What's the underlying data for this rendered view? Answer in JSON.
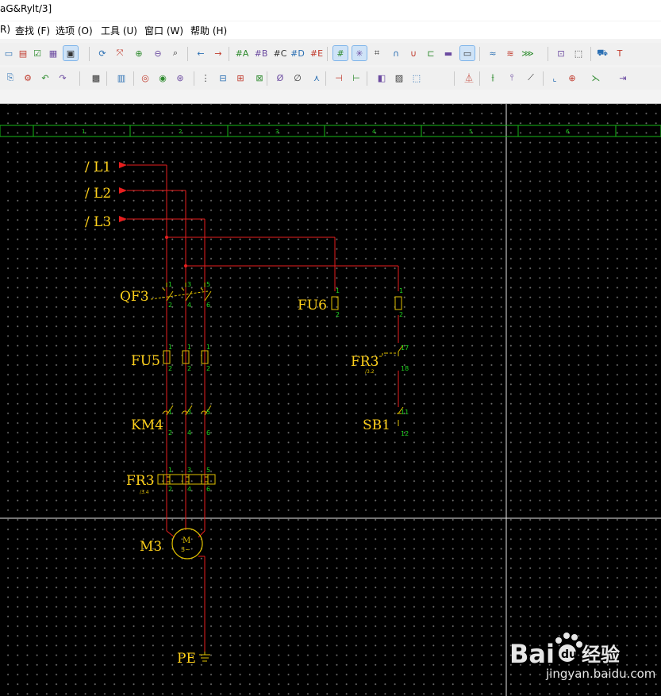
{
  "window": {
    "title": "aG&Rylt/3]"
  },
  "menu": {
    "items": [
      {
        "label": "R)"
      },
      {
        "label": "查找 (F)"
      },
      {
        "label": "选项 (O)"
      },
      {
        "label": "工具 (U)"
      },
      {
        "label": "窗口 (W)"
      },
      {
        "label": "帮助 (H)"
      }
    ]
  },
  "toolbar1": {
    "buttons": [
      {
        "icon": "page-icon",
        "glyph": "▭"
      },
      {
        "icon": "page-list-icon",
        "glyph": "▤"
      },
      {
        "icon": "check-page-icon",
        "glyph": "☑"
      },
      {
        "icon": "table-icon",
        "glyph": "▦"
      },
      {
        "icon": "window-icon",
        "glyph": "▣"
      },
      {
        "icon": "refresh-icon",
        "glyph": "⟳"
      },
      {
        "icon": "zoom-fit-icon",
        "glyph": "⤧"
      },
      {
        "icon": "zoom-in-icon",
        "glyph": "⊕"
      },
      {
        "icon": "zoom-out-icon",
        "glyph": "⊖"
      },
      {
        "icon": "zoom-100-icon",
        "glyph": "⌕"
      },
      {
        "icon": "arrow-left-icon",
        "glyph": "←"
      },
      {
        "icon": "arrow-right-icon",
        "glyph": "→"
      },
      {
        "icon": "grid-a-icon",
        "glyph": "#A"
      },
      {
        "icon": "grid-b-icon",
        "glyph": "#B"
      },
      {
        "icon": "grid-c-icon",
        "glyph": "#C"
      },
      {
        "icon": "grid-d-icon",
        "glyph": "#D"
      },
      {
        "icon": "grid-e-icon",
        "glyph": "#E"
      },
      {
        "icon": "grid-icon",
        "glyph": "#"
      },
      {
        "icon": "grid-snap-icon",
        "glyph": "✳"
      },
      {
        "icon": "hash-icon",
        "glyph": "⌗"
      },
      {
        "icon": "magnet-icon",
        "glyph": "∩"
      },
      {
        "icon": "magnet-snap-icon",
        "glyph": "∪"
      },
      {
        "icon": "connect-icon",
        "glyph": "⊏"
      },
      {
        "icon": "image-icon",
        "glyph": "▬"
      },
      {
        "icon": "ruler-icon",
        "glyph": "▭"
      },
      {
        "icon": "wire-icon",
        "glyph": "≈"
      },
      {
        "icon": "wire-multi-icon",
        "glyph": "≋"
      },
      {
        "icon": "bus-icon",
        "glyph": "⋙"
      },
      {
        "icon": "pin-icon",
        "glyph": "⊡"
      },
      {
        "icon": "select-icon",
        "glyph": "⬚"
      },
      {
        "icon": "cart-icon",
        "glyph": "⛟"
      },
      {
        "icon": "text-icon",
        "glyph": "T"
      }
    ]
  },
  "toolbar2": {
    "buttons": [
      {
        "icon": "new-doc-icon",
        "glyph": "⎘"
      },
      {
        "icon": "doc-settings-icon",
        "glyph": "⚙"
      },
      {
        "icon": "doc-back-icon",
        "glyph": "↶"
      },
      {
        "icon": "doc-forward-icon",
        "glyph": "↷"
      },
      {
        "icon": "component-icon",
        "glyph": "▩"
      },
      {
        "icon": "component-list-icon",
        "glyph": "▥"
      },
      {
        "icon": "device-icon",
        "glyph": "◎"
      },
      {
        "icon": "device-edit-icon",
        "glyph": "◉"
      },
      {
        "icon": "device-link-icon",
        "glyph": "⊛"
      },
      {
        "icon": "terminal-strip-icon",
        "glyph": "⋮"
      },
      {
        "icon": "terminal-icon",
        "glyph": "⊟"
      },
      {
        "icon": "terminal-edit-icon",
        "glyph": "⊞"
      },
      {
        "icon": "terminal-link-icon",
        "glyph": "⊠"
      },
      {
        "icon": "cable-icon",
        "glyph": "Ø"
      },
      {
        "icon": "cable-edit-icon",
        "glyph": "∅"
      },
      {
        "icon": "signal-icon",
        "glyph": "⋏"
      },
      {
        "icon": "plc-icon",
        "glyph": "⊣"
      },
      {
        "icon": "plc-edit-icon",
        "glyph": "⊢"
      },
      {
        "icon": "fill-icon",
        "glyph": "◧"
      },
      {
        "icon": "hatch-icon",
        "glyph": "▨"
      },
      {
        "icon": "macro-icon",
        "glyph": "⬚"
      },
      {
        "icon": "symbol-icon",
        "glyph": "⏅"
      },
      {
        "icon": "break-icon",
        "glyph": "⫲"
      },
      {
        "icon": "cross-icon",
        "glyph": "⫯"
      },
      {
        "icon": "diag-icon",
        "glyph": "⟋"
      },
      {
        "icon": "corner-icon",
        "glyph": "⌞"
      },
      {
        "icon": "tee-icon",
        "glyph": "⊕"
      },
      {
        "icon": "junction-icon",
        "glyph": "⋋"
      },
      {
        "icon": "interrupt-icon",
        "glyph": "⇥"
      }
    ]
  },
  "frame": {
    "columns": [
      {
        "label": "1"
      },
      {
        "label": "2"
      },
      {
        "label": "3"
      },
      {
        "label": "4"
      },
      {
        "label": "5"
      },
      {
        "label": "6"
      }
    ]
  },
  "schematic": {
    "line_labels": [
      {
        "label": "/ L1"
      },
      {
        "label": "/ L2"
      },
      {
        "label": "/ L3"
      }
    ],
    "devices": [
      {
        "tag": "QF3"
      },
      {
        "tag": "FU5"
      },
      {
        "tag": "KM4"
      },
      {
        "tag": "FR3"
      },
      {
        "tag": "M3"
      },
      {
        "tag": "PE"
      },
      {
        "tag": "FU6"
      },
      {
        "tag": "FR3"
      },
      {
        "tag": "SB1"
      }
    ],
    "motor_symbol": {
      "m": "M",
      "phase": "3~"
    },
    "cross_refs": {
      "fr3_main": "/3.4",
      "fr3_ctrl": "/3.2"
    },
    "pins": {
      "qf3": [
        "1",
        "3",
        "5",
        "2",
        "4",
        "6"
      ],
      "fu5": [
        "1",
        "1",
        "1",
        "2",
        "2",
        "2"
      ],
      "km4": [
        "1",
        "3",
        "5",
        "2",
        "4",
        "6"
      ],
      "fr3": [
        "1",
        "3",
        "5",
        "2",
        "4",
        "6"
      ],
      "fu6a": [
        "1",
        "2"
      ],
      "fu6b": [
        "1",
        "2"
      ],
      "fr3ctrl": [
        "17",
        "18"
      ],
      "sb1": [
        "11",
        "12"
      ]
    }
  },
  "watermark": {
    "brand": "Bai",
    "brand2": "du",
    "product": "经验",
    "url": "jingyan.baidu.com"
  },
  "colors": {
    "wire": "#e81e1e",
    "symbol": "#e0c000",
    "label": "#ffd11a",
    "pin": "#21d421",
    "frame": "#19b819",
    "canvas": "#000000"
  }
}
